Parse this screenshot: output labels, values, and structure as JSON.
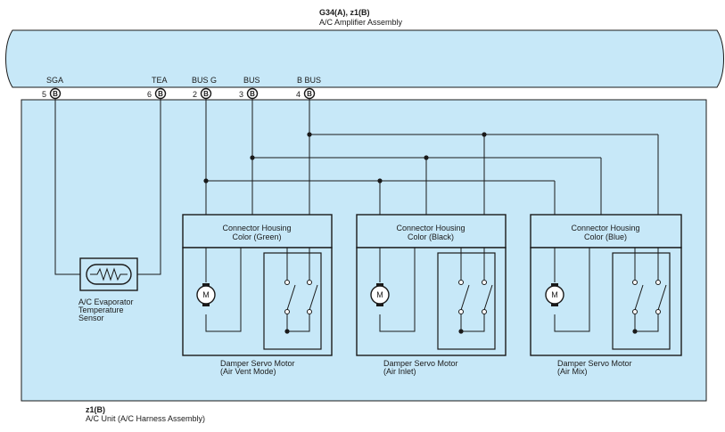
{
  "amplifier": {
    "connector_ref": "G34(A), z1(B)",
    "name": "A/C Amplifier Assembly"
  },
  "unit": {
    "connector_ref": "z1(B)",
    "name": "A/C Unit (A/C Harness Assembly)"
  },
  "pins": [
    {
      "label": "SGA",
      "num": "5",
      "conn": "B"
    },
    {
      "label": "TEA",
      "num": "6",
      "conn": "B"
    },
    {
      "label": "BUS G",
      "num": "2",
      "conn": "B"
    },
    {
      "label": "BUS",
      "num": "3",
      "conn": "B"
    },
    {
      "label": "B BUS",
      "num": "4",
      "conn": "B"
    }
  ],
  "sensor": {
    "line1": "A/C Evaporator",
    "line2": "Temperature",
    "line3": "Sensor"
  },
  "motor_symbol": "M",
  "motors": [
    {
      "housing_line1": "Connector Housing",
      "housing_line2": "Color (Green)",
      "name_line1": "Damper Servo Motor",
      "name_line2": "(Air Vent Mode)"
    },
    {
      "housing_line1": "Connector Housing",
      "housing_line2": "Color (Black)",
      "name_line1": "Damper Servo Motor",
      "name_line2": "(Air Inlet)"
    },
    {
      "housing_line1": "Connector Housing",
      "housing_line2": "Color (Blue)",
      "name_line1": "Damper Servo Motor",
      "name_line2": "(Air Mix)"
    }
  ]
}
